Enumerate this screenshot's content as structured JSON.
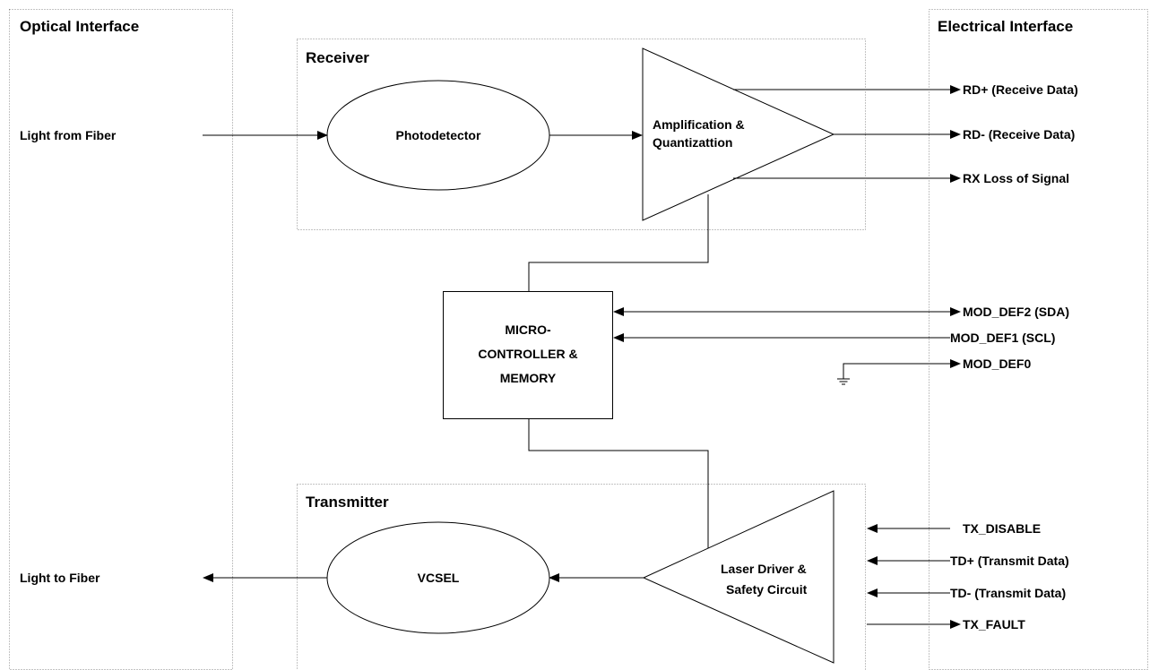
{
  "panels": {
    "optical_interface": "Optical Interface",
    "electrical_interface": "Electrical Interface"
  },
  "receiver": {
    "title": "Receiver",
    "photodetector": "Photodetector",
    "amplifier_line1": "Amplification &",
    "amplifier_line2": "Quantizattion"
  },
  "transmitter": {
    "title": "Transmitter",
    "vcsel": "VCSEL",
    "driver_line1": "Laser Driver &",
    "driver_line2": "Safety Circuit"
  },
  "microcontroller": {
    "line1": "MICRO-",
    "line2": "CONTROLLER &",
    "line3": "MEMORY"
  },
  "optical_signals": {
    "light_from_fiber": "Light from Fiber",
    "light_to_fiber": "Light to Fiber"
  },
  "electrical_signals": {
    "rd_plus": "RD+ (Receive Data)",
    "rd_minus": "RD- (Receive Data)",
    "rx_los": "RX Loss of Signal",
    "mod_def2": "MOD_DEF2 (SDA)",
    "mod_def1": "MOD_DEF1 (SCL)",
    "mod_def0": "MOD_DEF0",
    "tx_disable": "TX_DISABLE",
    "td_plus": "TD+ (Transmit Data)",
    "td_minus": "TD- (Transmit Data)",
    "tx_fault": "TX_FAULT"
  }
}
